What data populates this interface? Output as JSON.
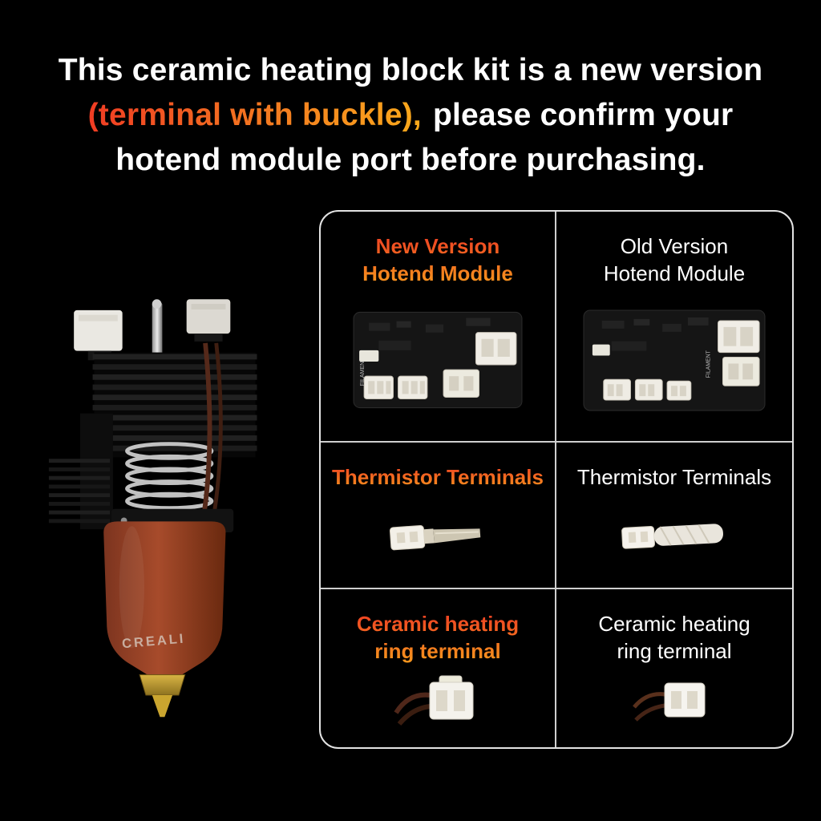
{
  "header": {
    "line1": "This ceramic heating block kit is a new version",
    "line2_highlight": "(terminal with buckle),",
    "line2_rest": "please confirm your",
    "line3": "hotend module port before purchasing."
  },
  "product": {
    "brand_label": "CREALI"
  },
  "comparison": {
    "pcb_label": "FILAMENT",
    "cells": [
      {
        "id": "new-hotend-module",
        "style": "accent",
        "lines": [
          "New Version",
          "Hotend Module"
        ]
      },
      {
        "id": "old-hotend-module",
        "style": "plain",
        "lines": [
          "Old Version",
          "Hotend Module"
        ]
      },
      {
        "id": "new-thermistor",
        "style": "accent",
        "lines": [
          "Thermistor Terminals"
        ]
      },
      {
        "id": "old-thermistor",
        "style": "plain",
        "lines": [
          "Thermistor Terminals"
        ]
      },
      {
        "id": "new-ring-terminal",
        "style": "accent",
        "lines": [
          "Ceramic heating",
          "ring terminal"
        ]
      },
      {
        "id": "old-ring-terminal",
        "style": "plain",
        "lines": [
          "Ceramic heating",
          "ring terminal"
        ]
      }
    ]
  },
  "colors": {
    "background": "#000000",
    "accent_gradient_start": "#f0411f",
    "accent_gradient_end": "#f9a11b",
    "table_border": "#e3e3e3",
    "divider": "#cfcfcf"
  }
}
